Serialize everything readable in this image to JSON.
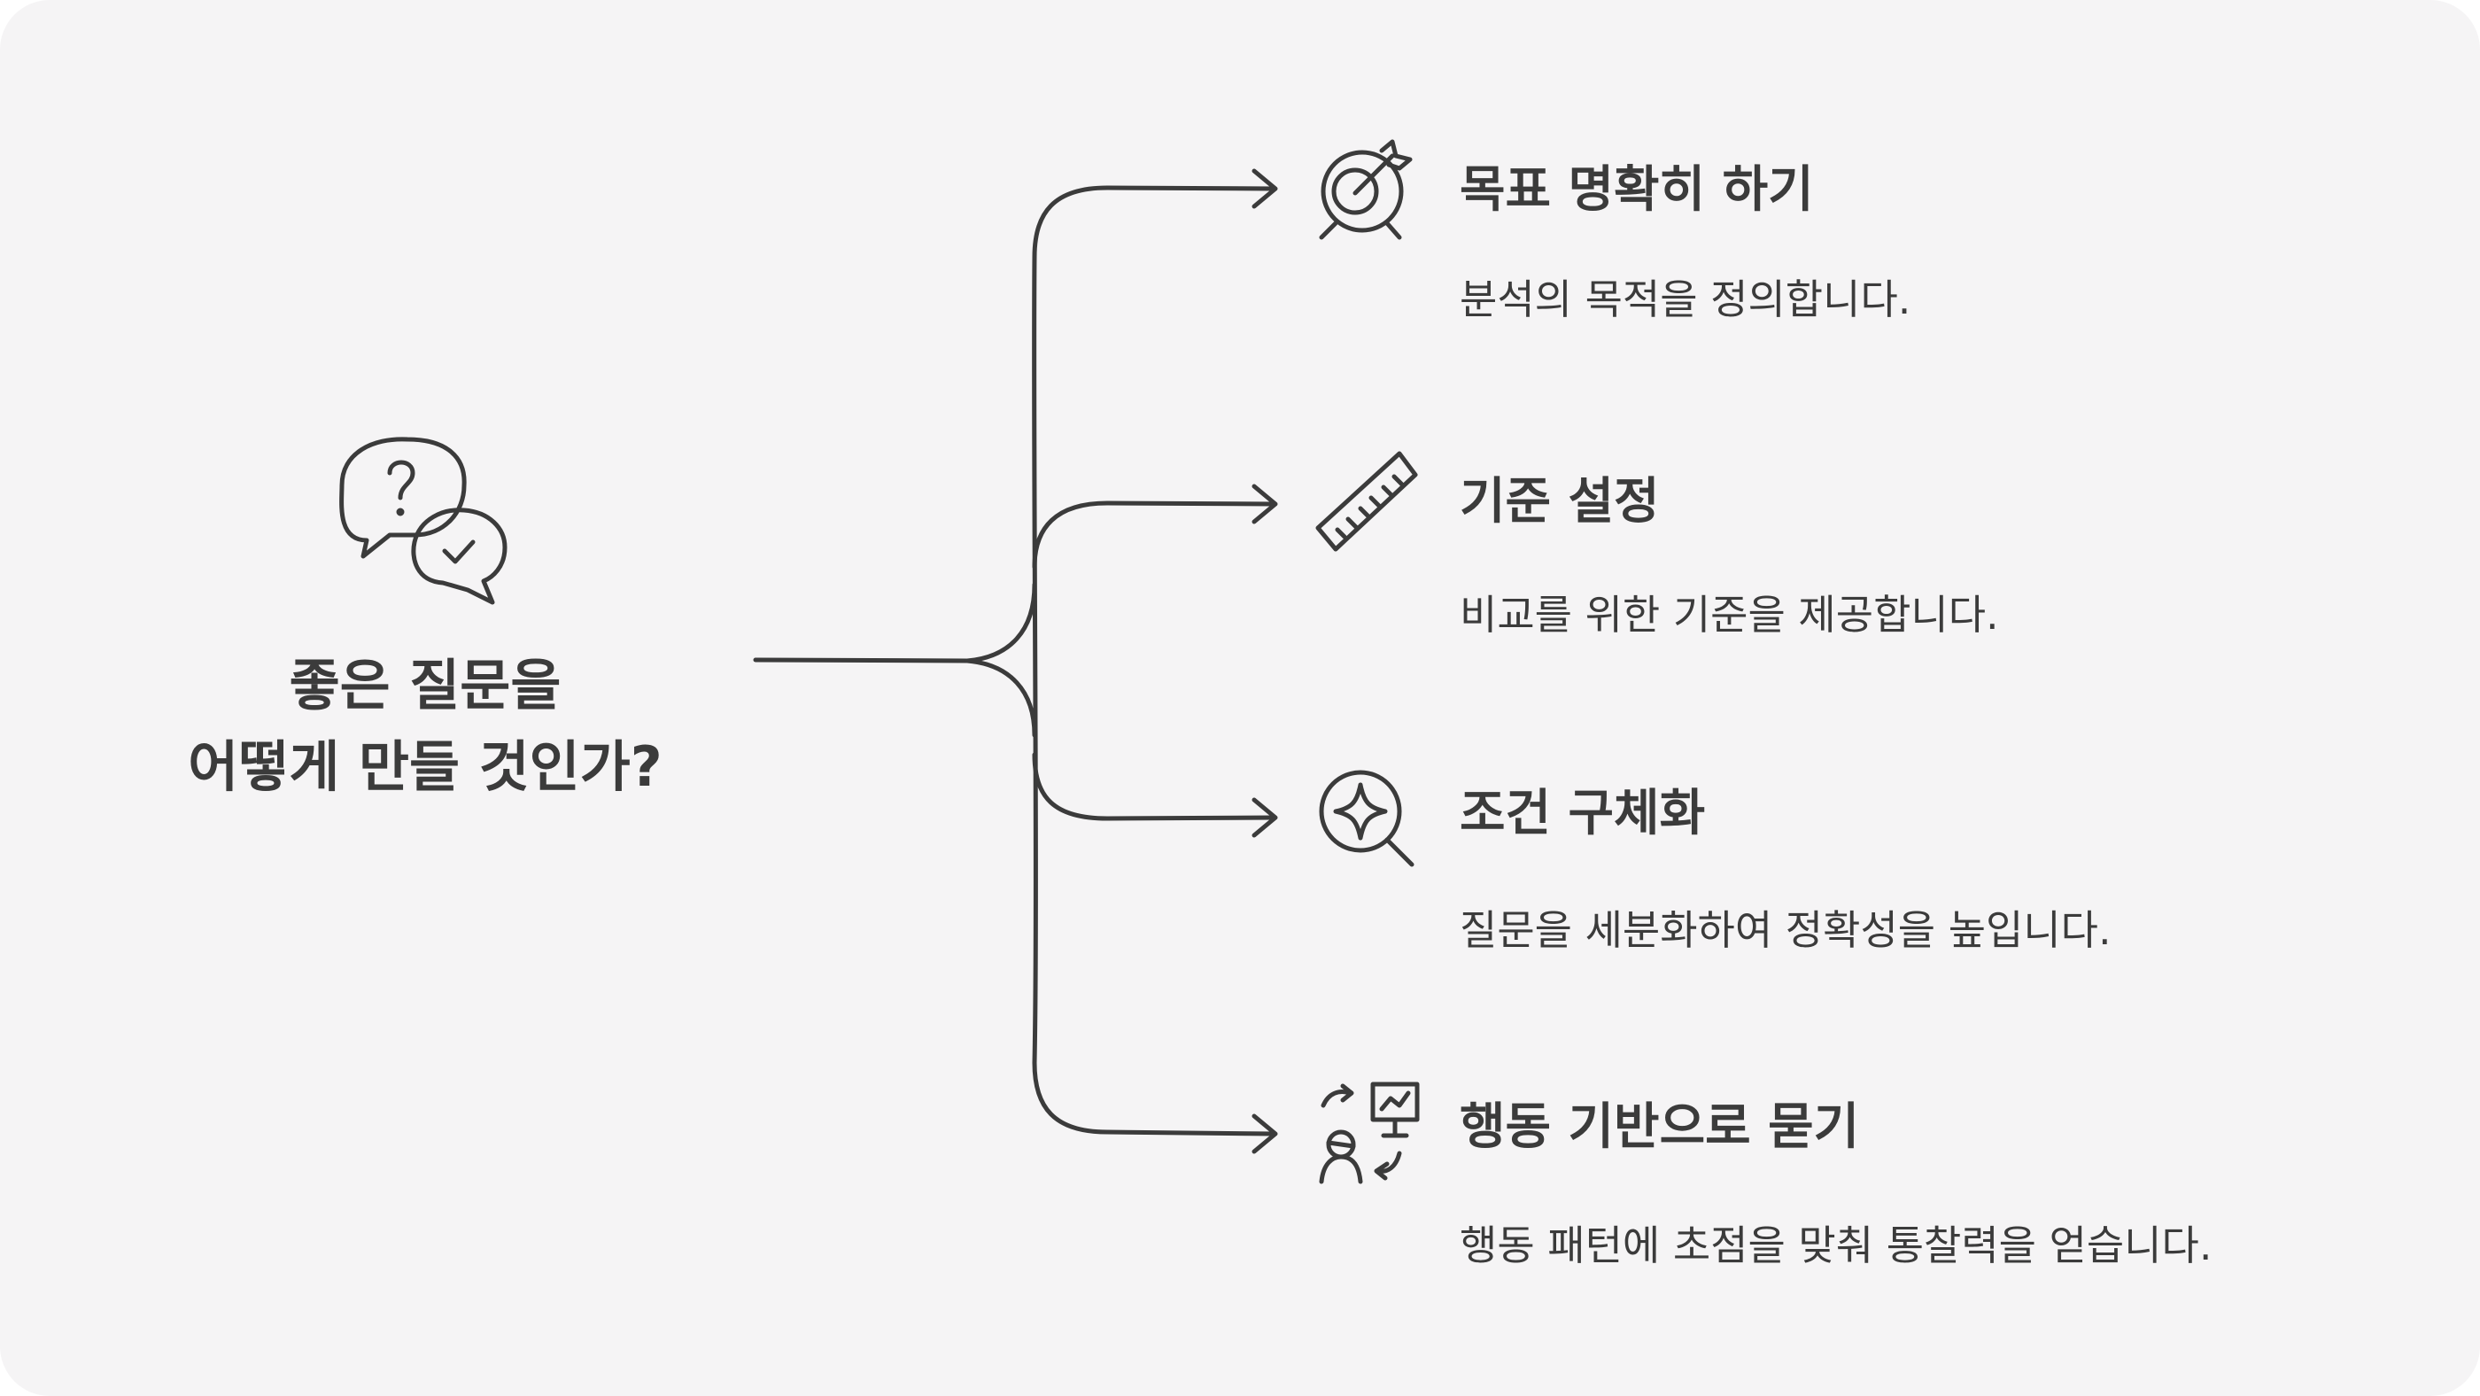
{
  "root": {
    "lines": [
      "좋은 질문을",
      "어떻게 만들 것인가?"
    ],
    "icon": "chat-question-check-icon"
  },
  "branches": [
    {
      "title": "목표 명확히 하기",
      "description": "분석의 목적을 정의합니다.",
      "icon": "target-icon"
    },
    {
      "title": "기준 설정",
      "description": "비교를 위한 기준을 제공합니다.",
      "icon": "ruler-icon"
    },
    {
      "title": "조건 구체화",
      "description": "질문을 세분화하여 정확성을 높입니다.",
      "icon": "magnifier-sparkle-icon"
    },
    {
      "title": "행동 기반으로 묻기",
      "description": "행동 패턴에 초점을 맞춰 통찰력을 얻습니다.",
      "icon": "person-chart-cycle-icon"
    }
  ],
  "colors": {
    "background": "#f5f4f5",
    "ink": "#3b3b3b"
  }
}
